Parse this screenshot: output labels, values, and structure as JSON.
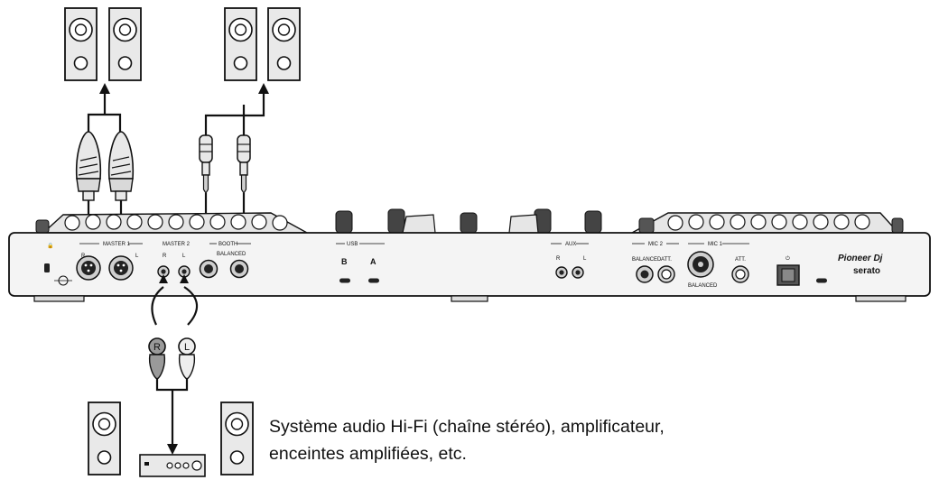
{
  "caption": {
    "line1": "Système audio Hi-Fi (chaîne stéréo), amplificateur,",
    "line2": "enceintes amplifiées, etc."
  },
  "panel_labels": {
    "master1": "MASTER 1",
    "master2": "MASTER 2",
    "booth": "BOOTH",
    "balanced": "BALANCED",
    "usb": "USB",
    "aux": "AUX",
    "mic2": "MIC 2",
    "mic1": "MIC 1",
    "att": "ATT.",
    "r": "R",
    "l": "L",
    "b": "B",
    "a": "A",
    "brand": "Pioneer Dj",
    "serato": "serato",
    "rca_r": "R",
    "rca_l": "L"
  },
  "colors": {
    "line": "#111111",
    "fill_light": "#e8e8e8",
    "fill_mid": "#cfcfcf",
    "fill_dark": "#9a9a9a",
    "fill_black": "#222222"
  }
}
